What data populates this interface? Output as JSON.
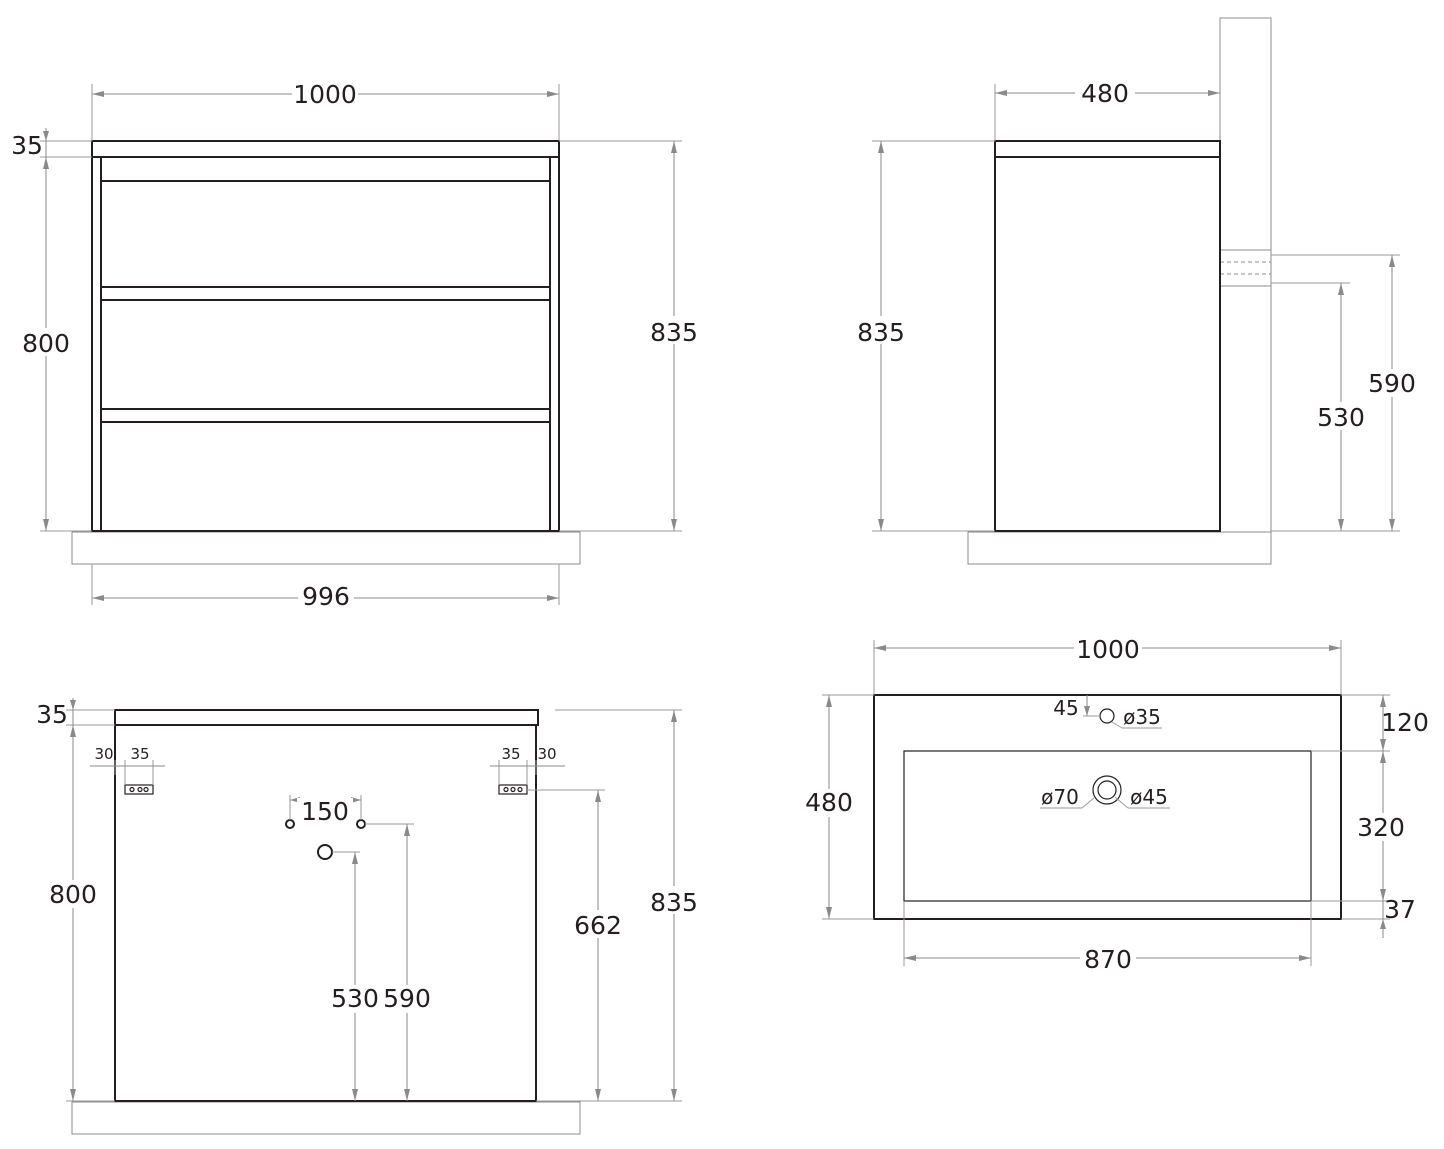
{
  "views": {
    "front": {
      "width_top": "1000",
      "top_thickness": "35",
      "body_height": "800",
      "total_height": "835",
      "width_bottom": "996"
    },
    "side": {
      "depth": "480",
      "total_height": "835",
      "pipe_height_high": "590",
      "pipe_height_low": "530"
    },
    "back": {
      "top_thickness": "35",
      "body_height": "800",
      "total_height": "835",
      "bracket_left_offset": "30",
      "bracket_left_width": "35",
      "bracket_right_width": "35",
      "bracket_right_offset": "30",
      "pipe_spacing": "150",
      "bracket_height": "662",
      "drain_height": "530",
      "pipe_height": "590"
    },
    "top": {
      "width": "1000",
      "depth": "480",
      "tap_offset": "45",
      "tap_hole": "ø35",
      "front_margin": "120",
      "basin_depth": "320",
      "back_margin": "37",
      "basin_width": "870",
      "drain_outer": "ø70",
      "drain_inner": "ø45"
    }
  }
}
